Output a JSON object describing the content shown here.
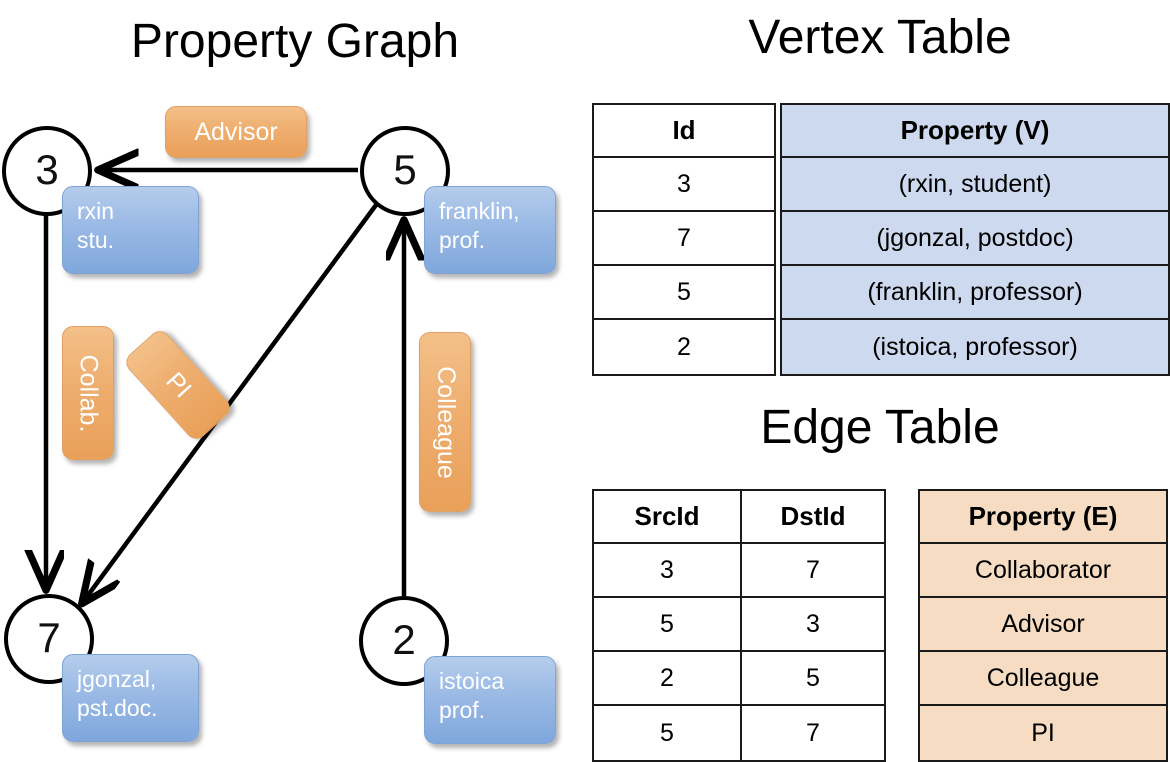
{
  "titles": {
    "property_graph": "Property Graph",
    "vertex_table": "Vertex Table",
    "edge_table": "Edge Table"
  },
  "colors": {
    "vertex_property_fill": "#ccd9ee",
    "edge_property_fill": "#f5dcc2",
    "vertex_box_fill": "#9fbde6",
    "edge_label_fill": "#eeae6f",
    "stroke": "#000000"
  },
  "graph": {
    "nodes": [
      {
        "id": "3",
        "label": "3",
        "property_line1": "rxin",
        "property_line2": "stu."
      },
      {
        "id": "5",
        "label": "5",
        "property_line1": "franklin,",
        "property_line2": "prof."
      },
      {
        "id": "7",
        "label": "7",
        "property_line1": "jgonzal,",
        "property_line2": "pst.doc."
      },
      {
        "id": "2",
        "label": "2",
        "property_line1": "istoica",
        "property_line2": "prof."
      }
    ],
    "edge_labels": [
      {
        "id": "advisor",
        "text": "Advisor"
      },
      {
        "id": "collab",
        "text": "Collab."
      },
      {
        "id": "pi",
        "text": "PI"
      },
      {
        "id": "colleague",
        "text": "Colleague"
      }
    ]
  },
  "vertex_table": {
    "headers": [
      "Id",
      "Property (V)"
    ],
    "rows": [
      {
        "id": "3",
        "property": "(rxin, student)"
      },
      {
        "id": "7",
        "property": "(jgonzal, postdoc)"
      },
      {
        "id": "5",
        "property": "(franklin, professor)"
      },
      {
        "id": "2",
        "property": "(istoica, professor)"
      }
    ]
  },
  "edge_table": {
    "headers": [
      "SrcId",
      "DstId",
      "Property (E)"
    ],
    "rows": [
      {
        "src": "3",
        "dst": "7",
        "property": "Collaborator"
      },
      {
        "src": "5",
        "dst": "3",
        "property": "Advisor"
      },
      {
        "src": "2",
        "dst": "5",
        "property": "Colleague"
      },
      {
        "src": "5",
        "dst": "7",
        "property": "PI"
      }
    ]
  }
}
